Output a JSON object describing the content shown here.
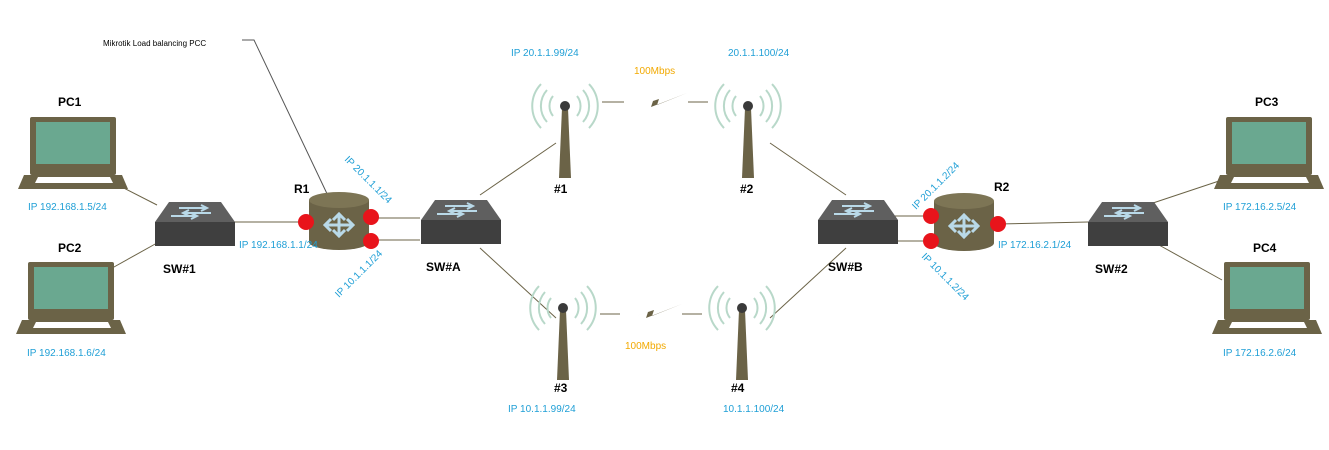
{
  "annotation": "Mikrotik Load balancing PCC",
  "colors": {
    "device": "#6b6347",
    "screen": "#6aa890",
    "switch": "#4a4a4a",
    "ip": "#1f9fd6",
    "bandwidth": "#f2a900",
    "port": "#e8141b"
  },
  "pcs": [
    {
      "name": "PC1",
      "ip": "IP 192.168.1.5/24"
    },
    {
      "name": "PC2",
      "ip": "IP 192.168.1.6/24"
    },
    {
      "name": "PC3",
      "ip": "IP 172.16.2.5/24"
    },
    {
      "name": "PC4",
      "ip": "IP 172.16.2.6/24"
    }
  ],
  "switches": [
    {
      "name": "SW#1"
    },
    {
      "name": "SW#A"
    },
    {
      "name": "SW#B"
    },
    {
      "name": "SW#2"
    }
  ],
  "routers": [
    {
      "name": "R1",
      "ip_lan": "IP 192.168.1.1/24",
      "ip_wan1": "IP 20.1.1.1/24",
      "ip_wan2": "IP 10.1.1.1/24"
    },
    {
      "name": "R2",
      "ip_lan": "IP 172.16.2.1/24",
      "ip_wan1": "IP 20.1.1.2/24",
      "ip_wan2": "IP 10.1.1.2/24"
    }
  ],
  "towers": [
    {
      "name": "#1",
      "ip": "IP 20.1.1.99/24"
    },
    {
      "name": "#2",
      "ip": "20.1.1.100/24"
    },
    {
      "name": "#3",
      "ip": "IP 10.1.1.99/24"
    },
    {
      "name": "#4",
      "ip": "10.1.1.100/24"
    }
  ],
  "wireless_links": [
    {
      "bandwidth": "100Mbps"
    },
    {
      "bandwidth": "100Mbps"
    }
  ]
}
